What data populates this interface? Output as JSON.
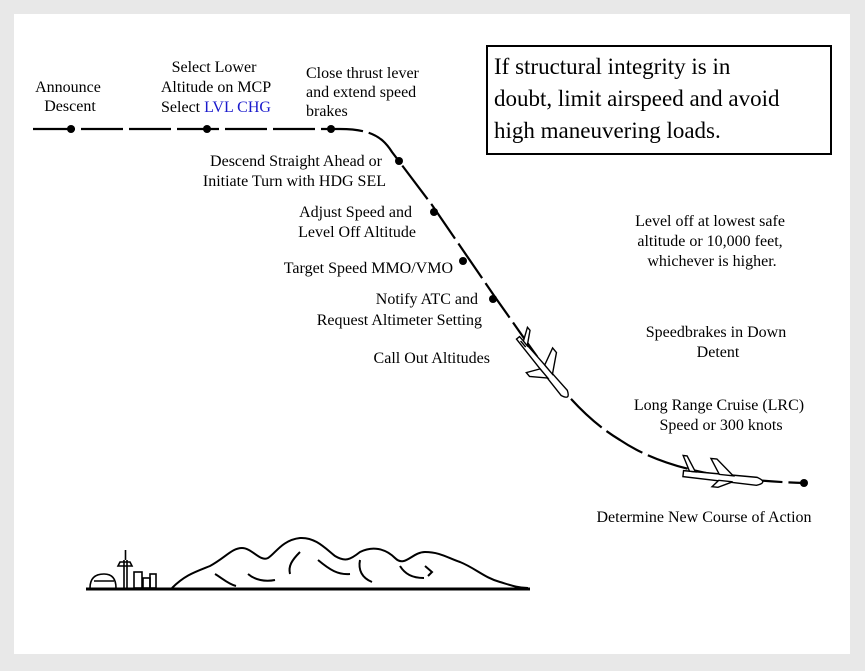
{
  "steps": {
    "announce": [
      "Announce",
      "Descent"
    ],
    "select_lower": [
      "Select Lower",
      "Altitude on MCP"
    ],
    "select_prefix": "Select ",
    "select_mode": "LVL CHG",
    "close_thrust": [
      "Close thrust lever",
      "and extend speed",
      "brakes"
    ],
    "descend": [
      "Descend Straight Ahead or",
      "Initiate Turn with HDG SEL"
    ],
    "adjust": [
      "Adjust Speed and",
      "Level Off Altitude"
    ],
    "target_speed": "Target Speed MMO/VMO",
    "notify": [
      "Notify ATC and",
      "Request Altimeter Setting"
    ],
    "call_out": "Call Out Altitudes",
    "level_off": [
      "Level off at lowest safe",
      "altitude or 10,000 feet,",
      "whichever is higher."
    ],
    "speedbrakes": [
      "Speedbrakes in Down",
      "Detent"
    ],
    "lrc": [
      "Long Range Cruise (LRC)",
      "Speed or 300 knots"
    ],
    "determine": "Determine New Course of Action"
  },
  "note": {
    "lines": [
      "If   structural  integrity  is   in",
      "doubt, limit airspeed and avoid",
      "high maneuvering loads."
    ]
  },
  "colors": {
    "accent": "#1a1acc",
    "background": "#e8e8e8",
    "panel": "#ffffff"
  },
  "icons": [
    "aircraft-icon",
    "aircraft-icon",
    "city-skyline-icon",
    "mountains-icon"
  ]
}
